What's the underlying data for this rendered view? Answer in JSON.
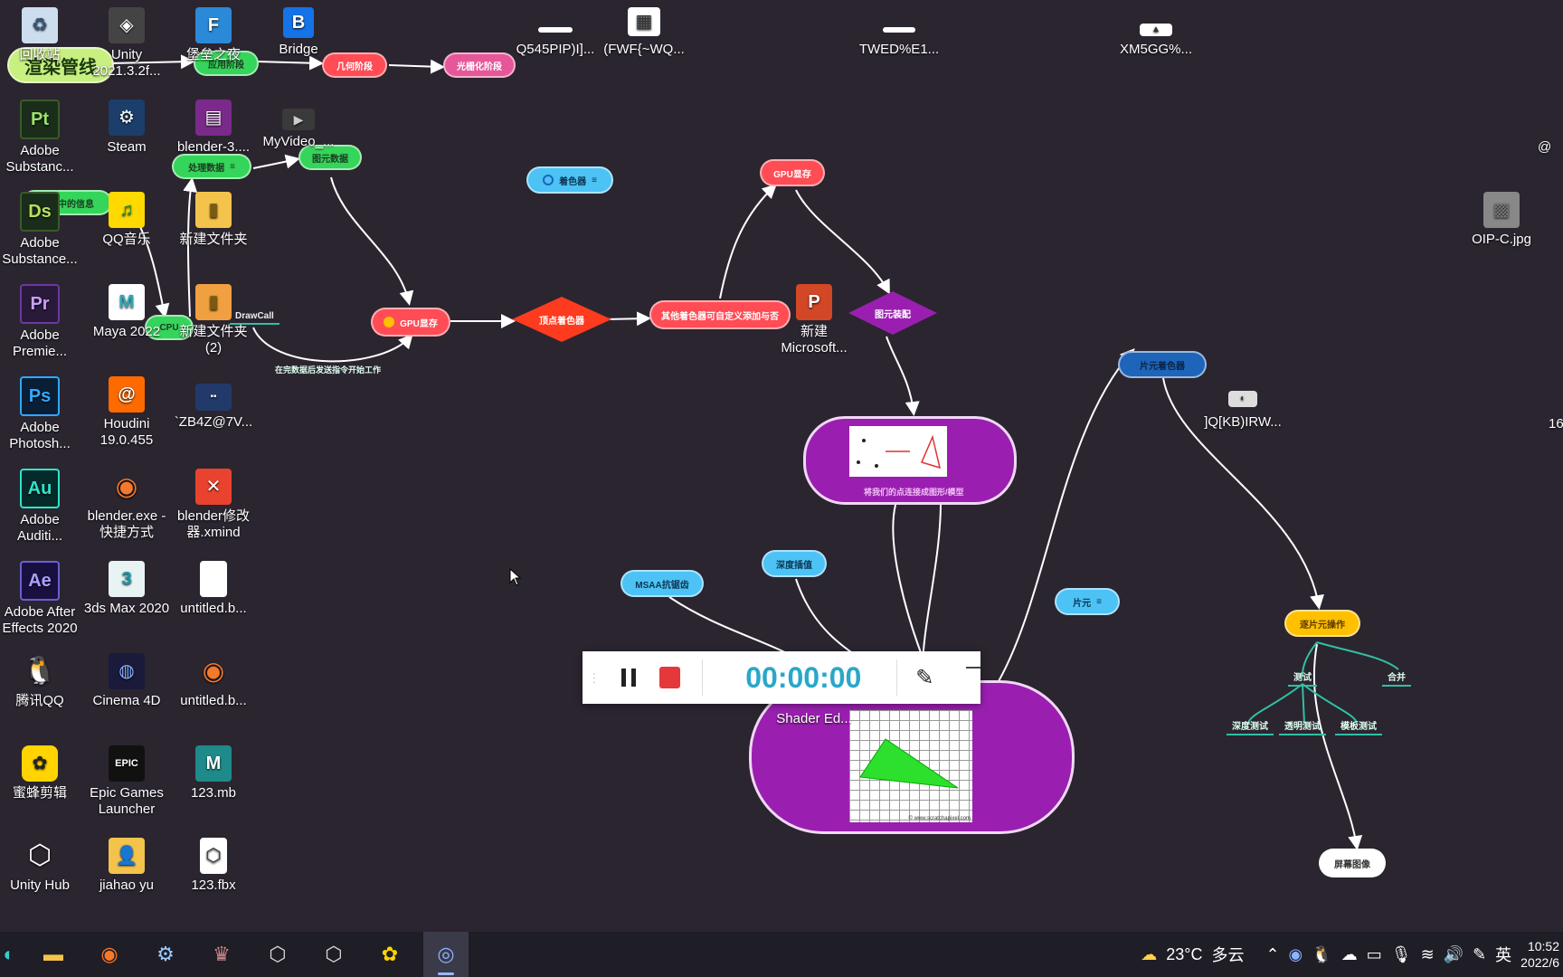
{
  "mindmap": {
    "nodes": {
      "pipeline_title": "渲染管线",
      "app_stage": "应用阶段",
      "geometry_stage": "几何阶段",
      "raster_stage": "光栅化阶段",
      "process_data": "处理数据",
      "primitive_data": "图元数据",
      "scene_info": "场景中的信息",
      "cpu": "CPU",
      "drawcall": "DrawCall",
      "drawcall_note": "在完数据后发送指令开始工作",
      "gpu_mem1": "GPU显存",
      "vertex_shader": "顶点着色器",
      "other_shaders": "其他着色器可自定义添加与否",
      "gpu_mem2": "GPU显存",
      "shader": "着色器",
      "primitive_assembly": "图元装配",
      "assembly_caption": "将我们的点连接成图形/模型",
      "fragment_shader": "片元着色器",
      "msaa": "MSAA抗锯齿",
      "depth_interp": "深度插值",
      "fragment": "片元",
      "fragment_ops": "逐片元操作",
      "test": "测试",
      "merge": "合并",
      "depth_test": "深度测试",
      "alpha_test": "透明测试",
      "stencil_test": "模板测试",
      "screen_image": "屏幕图像",
      "raster_watermark": "© www.scratchapixel.com"
    }
  },
  "desktop": {
    "icons": [
      {
        "label": "回收站",
        "icon": "recycle-bin-icon"
      },
      {
        "label": "Unity 2021.3.2f...",
        "icon": "unity-icon"
      },
      {
        "label": "堡垒之夜",
        "icon": "fortnite-icon"
      },
      {
        "label": "Bridge",
        "icon": "bridge-icon"
      },
      {
        "label": "Q545PIP)I]...",
        "icon": "image-file-icon"
      },
      {
        "label": "(FWF{~WQ...",
        "icon": "image-file-icon"
      },
      {
        "label": "TWED%E1...",
        "icon": "image-file-icon"
      },
      {
        "label": "XM5GG%...",
        "icon": "image-file-icon"
      },
      {
        "label": "Adobe Substanc...",
        "icon": "substance-painter-icon",
        "glyph": "Pt"
      },
      {
        "label": "Steam",
        "icon": "steam-icon"
      },
      {
        "label": "blender-3....",
        "icon": "archive-icon"
      },
      {
        "label": "MyVideo_...",
        "icon": "video-file-icon"
      },
      {
        "label": "Adobe Substance...",
        "icon": "substance-designer-icon",
        "glyph": "Ds"
      },
      {
        "label": "QQ音乐",
        "icon": "qq-music-icon"
      },
      {
        "label": "新建文件夹",
        "icon": "folder-icon"
      },
      {
        "label": "OIP-C.jpg",
        "icon": "image-file-icon"
      },
      {
        "label": "Adobe Premie...",
        "icon": "premiere-icon",
        "glyph": "Pr"
      },
      {
        "label": "Maya 2022",
        "icon": "maya-icon",
        "glyph": "M"
      },
      {
        "label": "新建文件夹 (2)",
        "icon": "folder-icon"
      },
      {
        "label": "新建 Microsoft...",
        "icon": "powerpoint-icon",
        "glyph": "P"
      },
      {
        "label": "Adobe Photosh...",
        "icon": "photoshop-icon",
        "glyph": "Ps"
      },
      {
        "label": "Houdini 19.0.455",
        "icon": "houdini-icon"
      },
      {
        "label": "`ZB4Z@7V...",
        "icon": "image-file-icon"
      },
      {
        "label": "]Q[KB)IRW...",
        "icon": "image-file-icon"
      },
      {
        "label": "Adobe Auditi...",
        "icon": "audition-icon",
        "glyph": "Au"
      },
      {
        "label": "blender.exe - 快捷方式",
        "icon": "blender-icon"
      },
      {
        "label": "blender修改器.xmind",
        "icon": "xmind-icon"
      },
      {
        "label": "Adobe After Effects 2020",
        "icon": "after-effects-icon",
        "glyph": "Ae"
      },
      {
        "label": "3ds Max 2020",
        "icon": "3dsmax-icon",
        "glyph": "3"
      },
      {
        "label": "untitled.b...",
        "icon": "blank-file-icon"
      },
      {
        "label": "腾讯QQ",
        "icon": "qq-icon"
      },
      {
        "label": "Cinema 4D",
        "icon": "cinema4d-icon"
      },
      {
        "label": "untitled.b...",
        "icon": "blender-icon"
      },
      {
        "label": "蜜蜂剪辑",
        "icon": "bee-cut-icon"
      },
      {
        "label": "Epic Games Launcher",
        "icon": "epic-games-icon"
      },
      {
        "label": "123.mb",
        "icon": "maya-file-icon",
        "glyph": "M"
      },
      {
        "label": "Unity Hub",
        "icon": "unity-hub-icon"
      },
      {
        "label": "jiahao yu",
        "icon": "user-folder-icon"
      },
      {
        "label": "123.fbx",
        "icon": "fbx-file-icon"
      },
      {
        "label": "Shader Ed...",
        "icon": "shader-editor-icon"
      }
    ],
    "partial_right_labels": [
      "@",
      "16"
    ]
  },
  "recorder": {
    "timer": "00:00:00"
  },
  "taskbar": {
    "weather_temp": "23°C",
    "weather_desc": "多云",
    "ime": "英",
    "time": "10:52",
    "date": "2022/6"
  }
}
